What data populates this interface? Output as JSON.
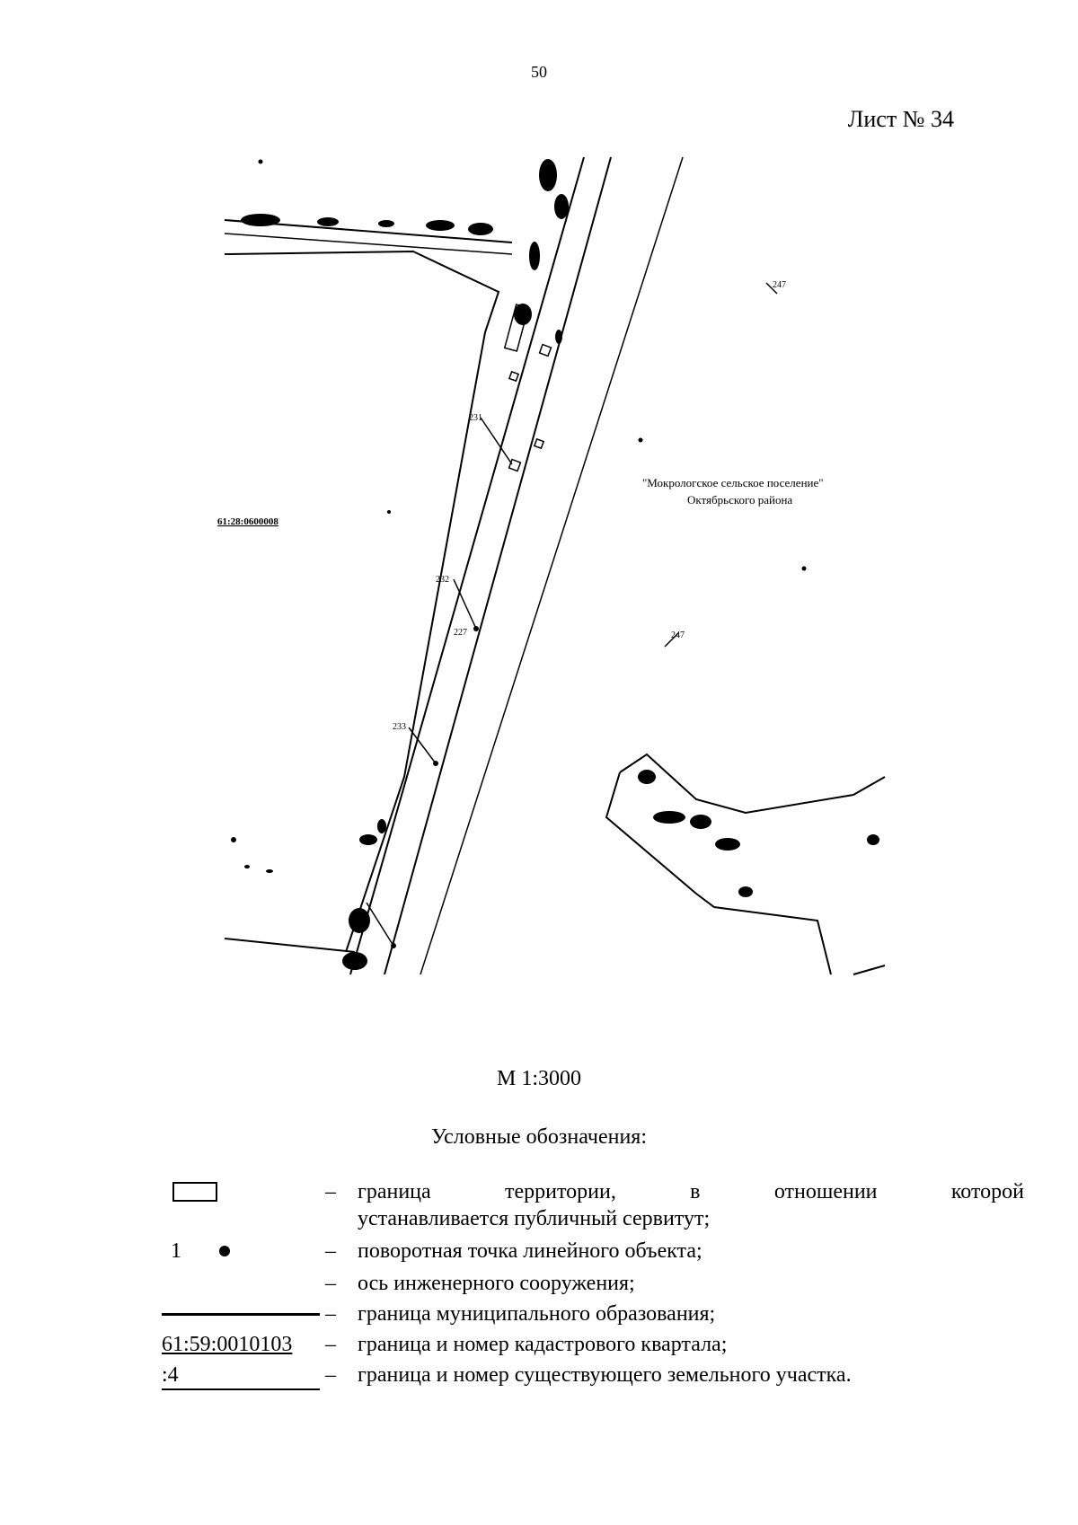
{
  "page_number": "50",
  "sheet_label": "Лист № 34",
  "map": {
    "quarter_label": "61:28:0600008",
    "settlement_label_line1": "\"Мокрологское сельское поселение\"",
    "settlement_label_line2": "Октябрьского района",
    "point_labels": [
      "231",
      "232",
      "233",
      "247",
      "247",
      "227"
    ]
  },
  "scale": "М 1:3000",
  "legend": {
    "title": "Условные обозначения:",
    "items": [
      {
        "symbol": "rectangle",
        "dash": "–",
        "text_line1": "граница территории, в отношении которой",
        "text_line2": "устанавливается публичный сервитут;"
      },
      {
        "symbol": "point",
        "symbol_text": "1",
        "dash": "–",
        "text": "поворотная точка линейного объекта;"
      },
      {
        "symbol": "none",
        "dash": "–",
        "text": "ось инженерного сооружения;"
      },
      {
        "symbol": "line",
        "dash": "–",
        "text": "граница муниципального образования;"
      },
      {
        "symbol": "cadastral",
        "symbol_text": "61:59:0010103",
        "dash": "–",
        "text": "граница и номер кадастрового квартала;"
      },
      {
        "symbol": "parcel",
        "symbol_text": ":4",
        "dash": "–",
        "text": "граница и номер существующего земельного участка."
      }
    ]
  }
}
